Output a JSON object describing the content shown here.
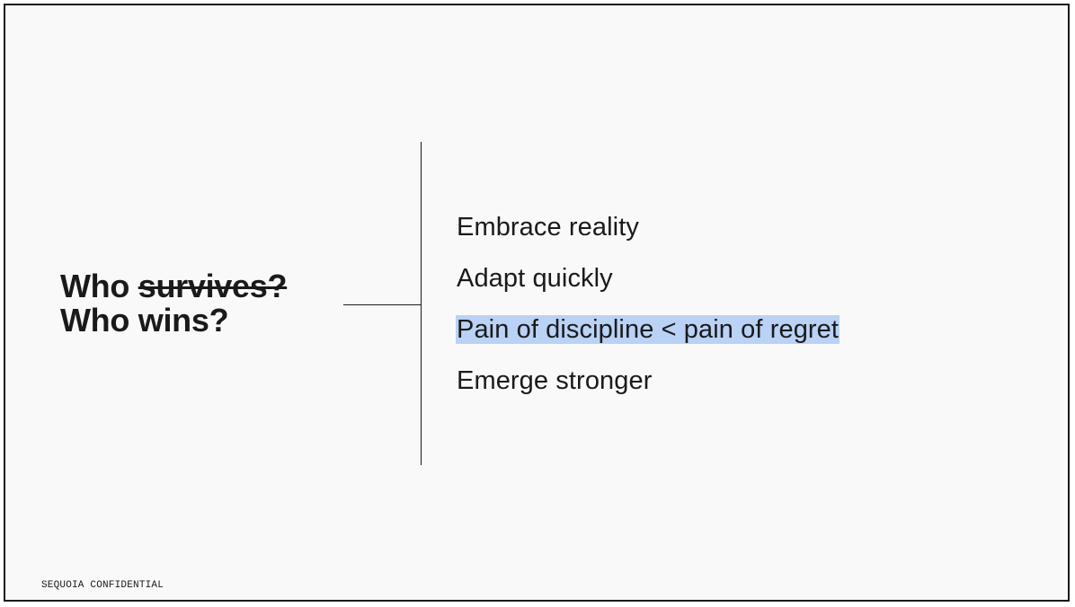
{
  "heading": {
    "prefix": "Who ",
    "struck": "survives?",
    "second_line": "Who wins?"
  },
  "points": [
    {
      "text": "Embrace reality",
      "highlighted": false
    },
    {
      "text": "Adapt quickly",
      "highlighted": false
    },
    {
      "text": "Pain of discipline < pain of regret",
      "highlighted": true
    },
    {
      "text": "Emerge stronger",
      "highlighted": false
    }
  ],
  "footer": "SEQUOIA CONFIDENTIAL",
  "colors": {
    "text": "#1a1a1a",
    "background": "#f9f9fa",
    "highlight": "#b9d2f6"
  }
}
